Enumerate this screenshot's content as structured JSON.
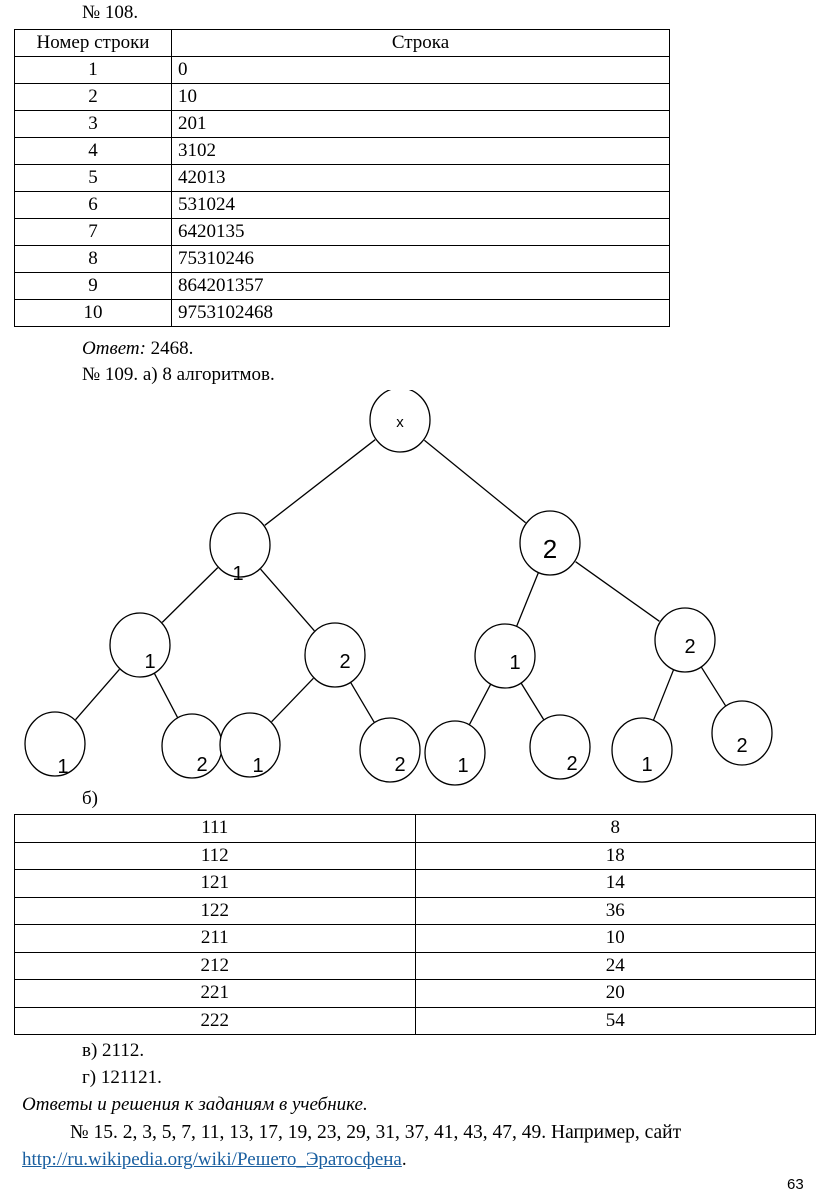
{
  "task108": {
    "heading": "№ 108.",
    "headers": [
      "Номер строки",
      "Строка"
    ],
    "rows": [
      [
        "1",
        "0"
      ],
      [
        "2",
        "10"
      ],
      [
        "3",
        "201"
      ],
      [
        "4",
        "3102"
      ],
      [
        "5",
        "42013"
      ],
      [
        "6",
        "531024"
      ],
      [
        "7",
        "6420135"
      ],
      [
        "8",
        "75310246"
      ],
      [
        "9",
        "864201357"
      ],
      [
        "10",
        "9753102468"
      ]
    ],
    "answer_label": "Ответ:",
    "answer_value": " 2468."
  },
  "task109": {
    "heading": "№ 109. а) 8 алгоритмов.",
    "tree": {
      "root": "x",
      "level1": [
        "1",
        "2"
      ],
      "level2": [
        "1",
        "2",
        "1",
        "2"
      ],
      "level3": [
        "1",
        "2",
        "1",
        "2",
        "1",
        "2",
        "1",
        "2"
      ]
    },
    "b_label": "б)",
    "b_rows": [
      [
        "111",
        "8"
      ],
      [
        "112",
        "18"
      ],
      [
        "121",
        "14"
      ],
      [
        "122",
        "36"
      ],
      [
        "211",
        "10"
      ],
      [
        "212",
        "24"
      ],
      [
        "221",
        "20"
      ],
      [
        "222",
        "54"
      ]
    ],
    "v": "в) 2112.",
    "g": "г) 121121."
  },
  "section_title": "Ответы и решения к заданиям в учебнике.",
  "task15": {
    "text": "№ 15. 2, 3, 5, 7, 11, 13, 17, 19, 23, 29, 31, 37, 41, 43, 47, 49. Например, сайт",
    "link": "http://ru.wikipedia.org/wiki/Решето_Эратосфена",
    "after": "."
  },
  "page_number": "63",
  "colors": {
    "link": "#1a5fa0"
  }
}
